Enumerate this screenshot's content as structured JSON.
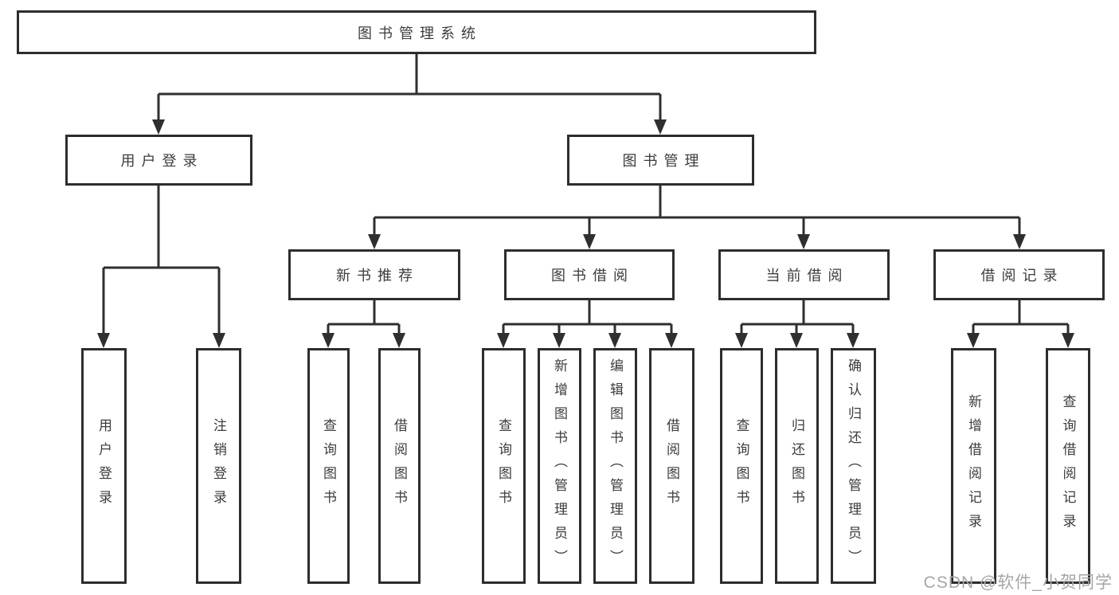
{
  "tree": {
    "root": {
      "label": "图书管理系统",
      "children": [
        {
          "label": "用户登录",
          "children": [
            {
              "label": "用户登录"
            },
            {
              "label": "注销登录"
            }
          ]
        },
        {
          "label": "图书管理",
          "children": [
            {
              "label": "新书推荐",
              "children": [
                {
                  "label": "查询图书"
                },
                {
                  "label": "借阅图书"
                }
              ]
            },
            {
              "label": "图书借阅",
              "children": [
                {
                  "label": "查询图书"
                },
                {
                  "label": "新增图书（管理员）"
                },
                {
                  "label": "编辑图书（管理员）"
                },
                {
                  "label": "借阅图书"
                }
              ]
            },
            {
              "label": "当前借阅",
              "children": [
                {
                  "label": "查询图书"
                },
                {
                  "label": "归还图书"
                },
                {
                  "label": "确认归还（管理员）"
                }
              ]
            },
            {
              "label": "借阅记录",
              "children": [
                {
                  "label": "新增借阅记录"
                },
                {
                  "label": "查询借阅记录"
                }
              ]
            }
          ]
        }
      ]
    }
  },
  "watermark": "CSDN @软件_小贺同学",
  "colors": {
    "line": "#2f2f2f",
    "box_border": "#2d2d2d",
    "text": "#3c3c3c",
    "watermark": "#a6a6a6",
    "background": "#ffffff"
  }
}
